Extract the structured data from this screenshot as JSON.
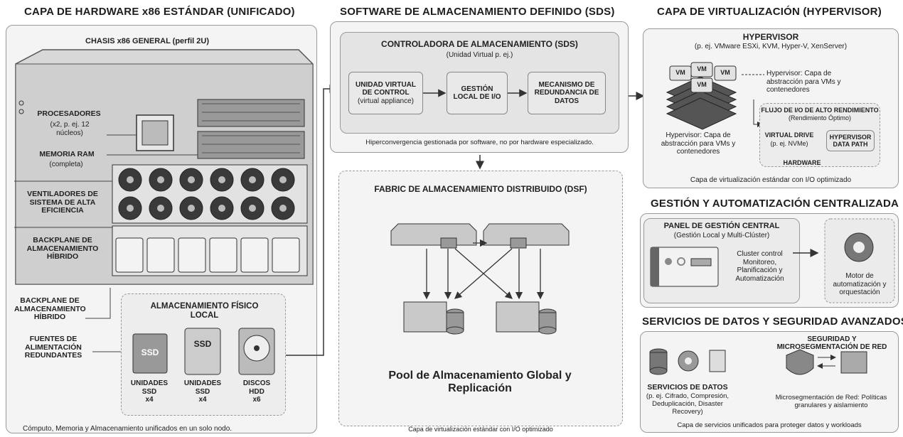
{
  "hardware": {
    "title": "CAPA DE HARDWARE x86 ESTÁNDAR (UNIFICADO)",
    "chassis_title": "CHASIS x86 GENERAL (perfil 2U)",
    "processors": "PROCESADORES",
    "processors_sub": "(x2, p. ej. 12 núcleos)",
    "ram": "MEMORIA RAM",
    "ram_sub": "(completa)",
    "fans": "VENTILADORES DE SISTEMA DE ALTA EFICIENCIA",
    "backplane": "BACKPLANE DE ALMACENAMIENTO HÍBRIDO",
    "backplane2": "BACKPLANE DE ALMACENAMIENTO HÍBRIDO",
    "psu": "FUENTES DE ALIMENTACIÓN REDUNDANTES",
    "local_storage_title": "ALMACENAMIENTO FÍSICO LOCAL",
    "drives": [
      {
        "icon": "SSD",
        "label": "UNIDADES SSD",
        "qty": "x4"
      },
      {
        "icon": "SSD",
        "label": "UNIDADES SSD",
        "qty": "x4"
      },
      {
        "icon": "",
        "label": "DISCOS HDD",
        "qty": "x6"
      }
    ],
    "caption": "Cómputo, Memoria y Almacenamiento unificados en un solo nodo."
  },
  "sds": {
    "title": "SOFTWARE DE ALMACENAMIENTO DEFINIDO (SDS)",
    "controller_title": "CONTROLADORA DE ALMACENAMIENTO (SDS)",
    "controller_sub": "(Unidad Virtual p. ej.)",
    "boxes": [
      "UNIDAD VIRTUAL DE CONTROL",
      "GESTIÓN LOCAL DE I/O",
      "MECANISMO DE REDUNDANCIA DE DATOS"
    ],
    "box1_sub": "(virtual appliance)",
    "caption": "Hiperconvergencia gestionada por software, no por hardware especializado.",
    "dsf_title": "FABRIC DE ALMACENAMIENTO DISTRIBUIDO (DSF)",
    "pool_label": "Pool de Almacenamiento Global y Replicación",
    "bottom_caption": "Capa de virtualización estándar con I/O optimizado"
  },
  "virt": {
    "title": "CAPA DE VIRTUALIZACIÓN (HYPERVISOR)",
    "hyp_title": "HYPERVISOR",
    "hyp_sub": "(p. ej. VMware ESXi, KVM, Hyper-V, XenServer)",
    "vm_label": "VM",
    "note": "Hypervisor: Capa de abstracción para VMs y contenedores",
    "left_caption": "Hypervisor: Capa de abstracción para VMs y contenedores",
    "flow_title": "FLUJO DE I/O DE ALTO RENDIMIENTO",
    "flow_sub": "(Rendimiento Óptimo)",
    "virtual_drive": "VIRTUAL DRIVE",
    "virtual_drive_sub": "(p. ej. NVMe)",
    "data_path": "HYPERVISOR DATA PATH",
    "hardware": "HARDWARE",
    "caption": "Capa de virtualización estándar con I/O optimizado"
  },
  "mgmt": {
    "title": "GESTIÓN Y AUTOMATIZACIÓN CENTRALIZADA",
    "panel_title": "PANEL DE GESTIÓN CENTRAL",
    "panel_sub": "(Gestión Local y Multi-Clúster)",
    "cluster_text": "Cluster control Monitoreo, Planificación y Automatización",
    "engine": "Motor de automatización y orquestación"
  },
  "services": {
    "title": "SERVICIOS DE DATOS Y SEGURIDAD AVANZADOS",
    "data_services": "SERVICIOS DE DATOS",
    "data_services_sub": "(p. ej. Cifrado, Compresión, Deduplicación, Disaster Recovery)",
    "security_title": "SEGURIDAD Y MICROSEGMENTACIÓN DE RED",
    "security_sub": "Microsegmentación de Red: Políticas granulares y aislamiento",
    "caption": "Capa de servicios unificados para proteger datos y workloads"
  },
  "colors": {
    "panel": "#f4f4f4",
    "border": "#9a9a9a",
    "dark": "#555555",
    "fan": "#3a3a3a"
  }
}
